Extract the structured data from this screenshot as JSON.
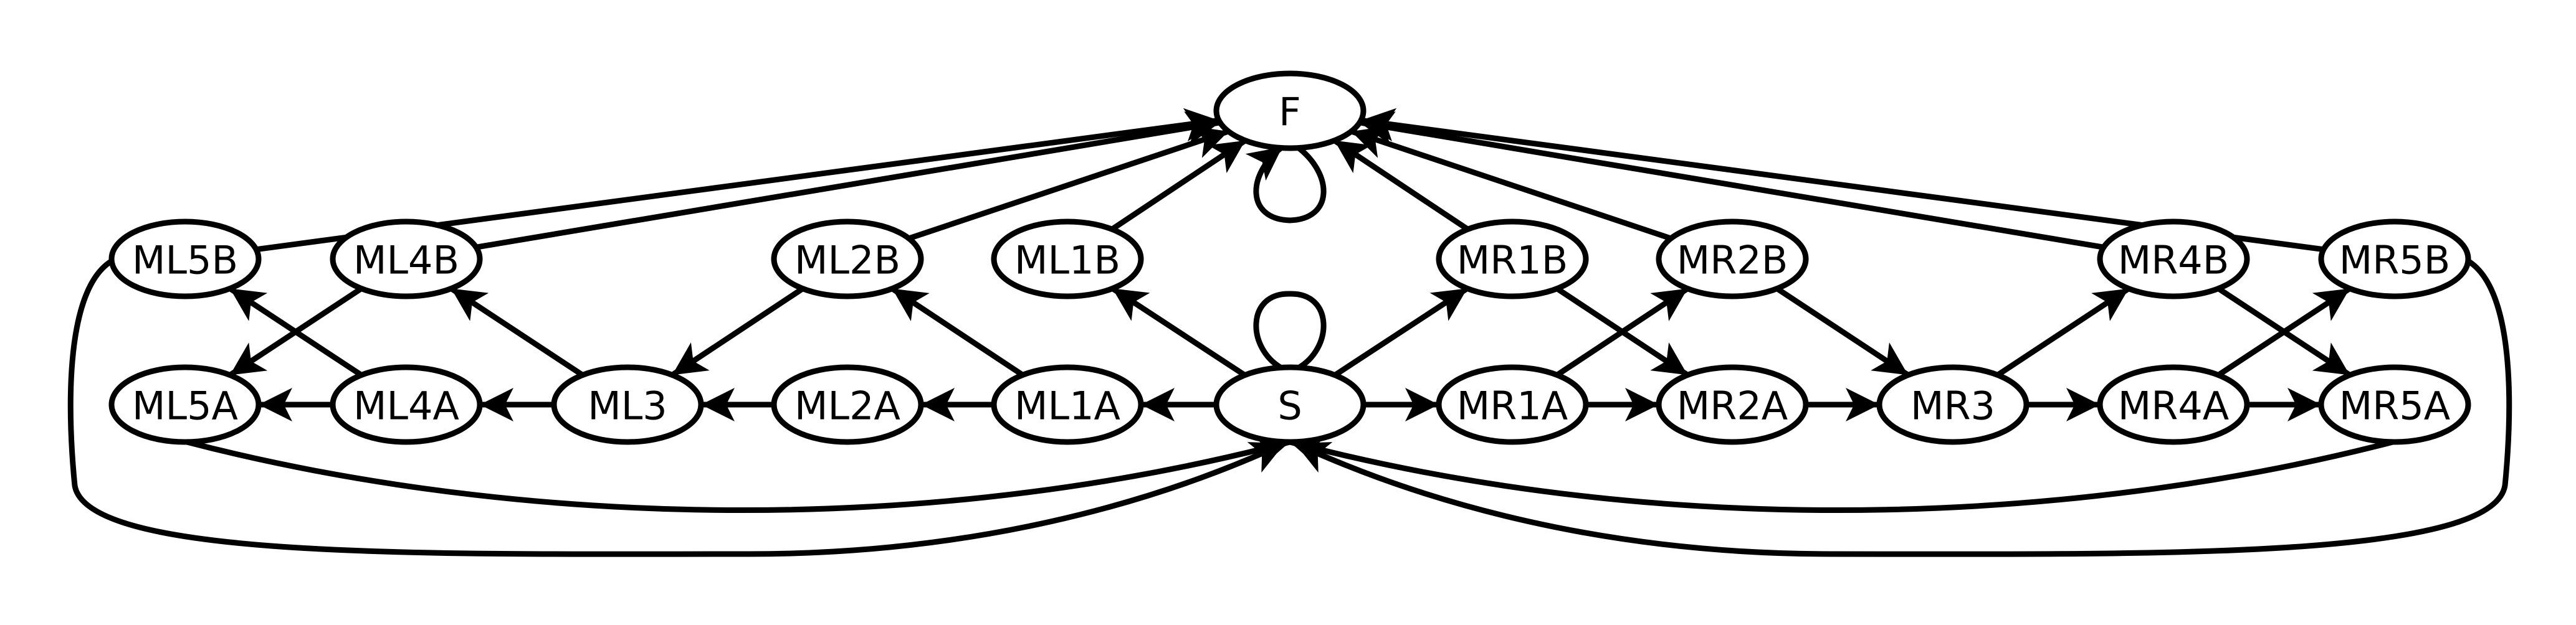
{
  "nodes": [
    {
      "id": "F",
      "label": "F"
    },
    {
      "id": "S",
      "label": "S"
    },
    {
      "id": "ML5B",
      "label": "ML5B"
    },
    {
      "id": "ML4B",
      "label": "ML4B"
    },
    {
      "id": "ML2B",
      "label": "ML2B"
    },
    {
      "id": "ML1B",
      "label": "ML1B"
    },
    {
      "id": "MR1B",
      "label": "MR1B"
    },
    {
      "id": "MR2B",
      "label": "MR2B"
    },
    {
      "id": "MR4B",
      "label": "MR4B"
    },
    {
      "id": "MR5B",
      "label": "MR5B"
    },
    {
      "id": "ML5A",
      "label": "ML5A"
    },
    {
      "id": "ML4A",
      "label": "ML4A"
    },
    {
      "id": "ML3",
      "label": "ML3"
    },
    {
      "id": "ML2A",
      "label": "ML2A"
    },
    {
      "id": "ML1A",
      "label": "ML1A"
    },
    {
      "id": "MR1A",
      "label": "MR1A"
    },
    {
      "id": "MR2A",
      "label": "MR2A"
    },
    {
      "id": "MR3",
      "label": "MR3"
    },
    {
      "id": "MR4A",
      "label": "MR4A"
    },
    {
      "id": "MR5A",
      "label": "MR5A"
    }
  ],
  "edges": [
    {
      "from": "S",
      "to": "S",
      "directed": false
    },
    {
      "from": "F",
      "to": "F",
      "directed": true
    },
    {
      "from": "S",
      "to": "ML1A",
      "directed": true
    },
    {
      "from": "ML1A",
      "to": "ML2A",
      "directed": true
    },
    {
      "from": "ML2A",
      "to": "ML3",
      "directed": true
    },
    {
      "from": "ML3",
      "to": "ML4A",
      "directed": true
    },
    {
      "from": "ML4A",
      "to": "ML5A",
      "directed": true
    },
    {
      "from": "S",
      "to": "MR1A",
      "directed": true
    },
    {
      "from": "MR1A",
      "to": "MR2A",
      "directed": true
    },
    {
      "from": "MR2A",
      "to": "MR3",
      "directed": true
    },
    {
      "from": "MR3",
      "to": "MR4A",
      "directed": true
    },
    {
      "from": "MR4A",
      "to": "MR5A",
      "directed": true
    },
    {
      "from": "S",
      "to": "ML1B",
      "directed": true
    },
    {
      "from": "S",
      "to": "MR1B",
      "directed": true
    },
    {
      "from": "ML1A",
      "to": "ML2B",
      "directed": true
    },
    {
      "from": "ML2B",
      "to": "ML3",
      "directed": true
    },
    {
      "from": "ML3",
      "to": "ML4B",
      "directed": true
    },
    {
      "from": "ML4A",
      "to": "ML5B",
      "directed": true
    },
    {
      "from": "ML4B",
      "to": "ML5A",
      "directed": true
    },
    {
      "from": "MR1A",
      "to": "MR2B",
      "directed": true
    },
    {
      "from": "MR1B",
      "to": "MR2A",
      "directed": true
    },
    {
      "from": "MR2B",
      "to": "MR3",
      "directed": true
    },
    {
      "from": "MR3",
      "to": "MR4B",
      "directed": true
    },
    {
      "from": "MR4A",
      "to": "MR5B",
      "directed": true
    },
    {
      "from": "MR4B",
      "to": "MR5A",
      "directed": true
    },
    {
      "from": "ML1B",
      "to": "F",
      "directed": true
    },
    {
      "from": "ML2B",
      "to": "F",
      "directed": true
    },
    {
      "from": "ML4B",
      "to": "F",
      "directed": true
    },
    {
      "from": "ML5B",
      "to": "F",
      "directed": true
    },
    {
      "from": "MR1B",
      "to": "F",
      "directed": true
    },
    {
      "from": "MR2B",
      "to": "F",
      "directed": true
    },
    {
      "from": "MR4B",
      "to": "F",
      "directed": true
    },
    {
      "from": "MR5B",
      "to": "F",
      "directed": true
    },
    {
      "from": "ML5A",
      "to": "S",
      "directed": true
    },
    {
      "from": "ML5B",
      "to": "S",
      "directed": true
    },
    {
      "from": "MR5A",
      "to": "S",
      "directed": true
    },
    {
      "from": "MR5B",
      "to": "S",
      "directed": true
    }
  ]
}
